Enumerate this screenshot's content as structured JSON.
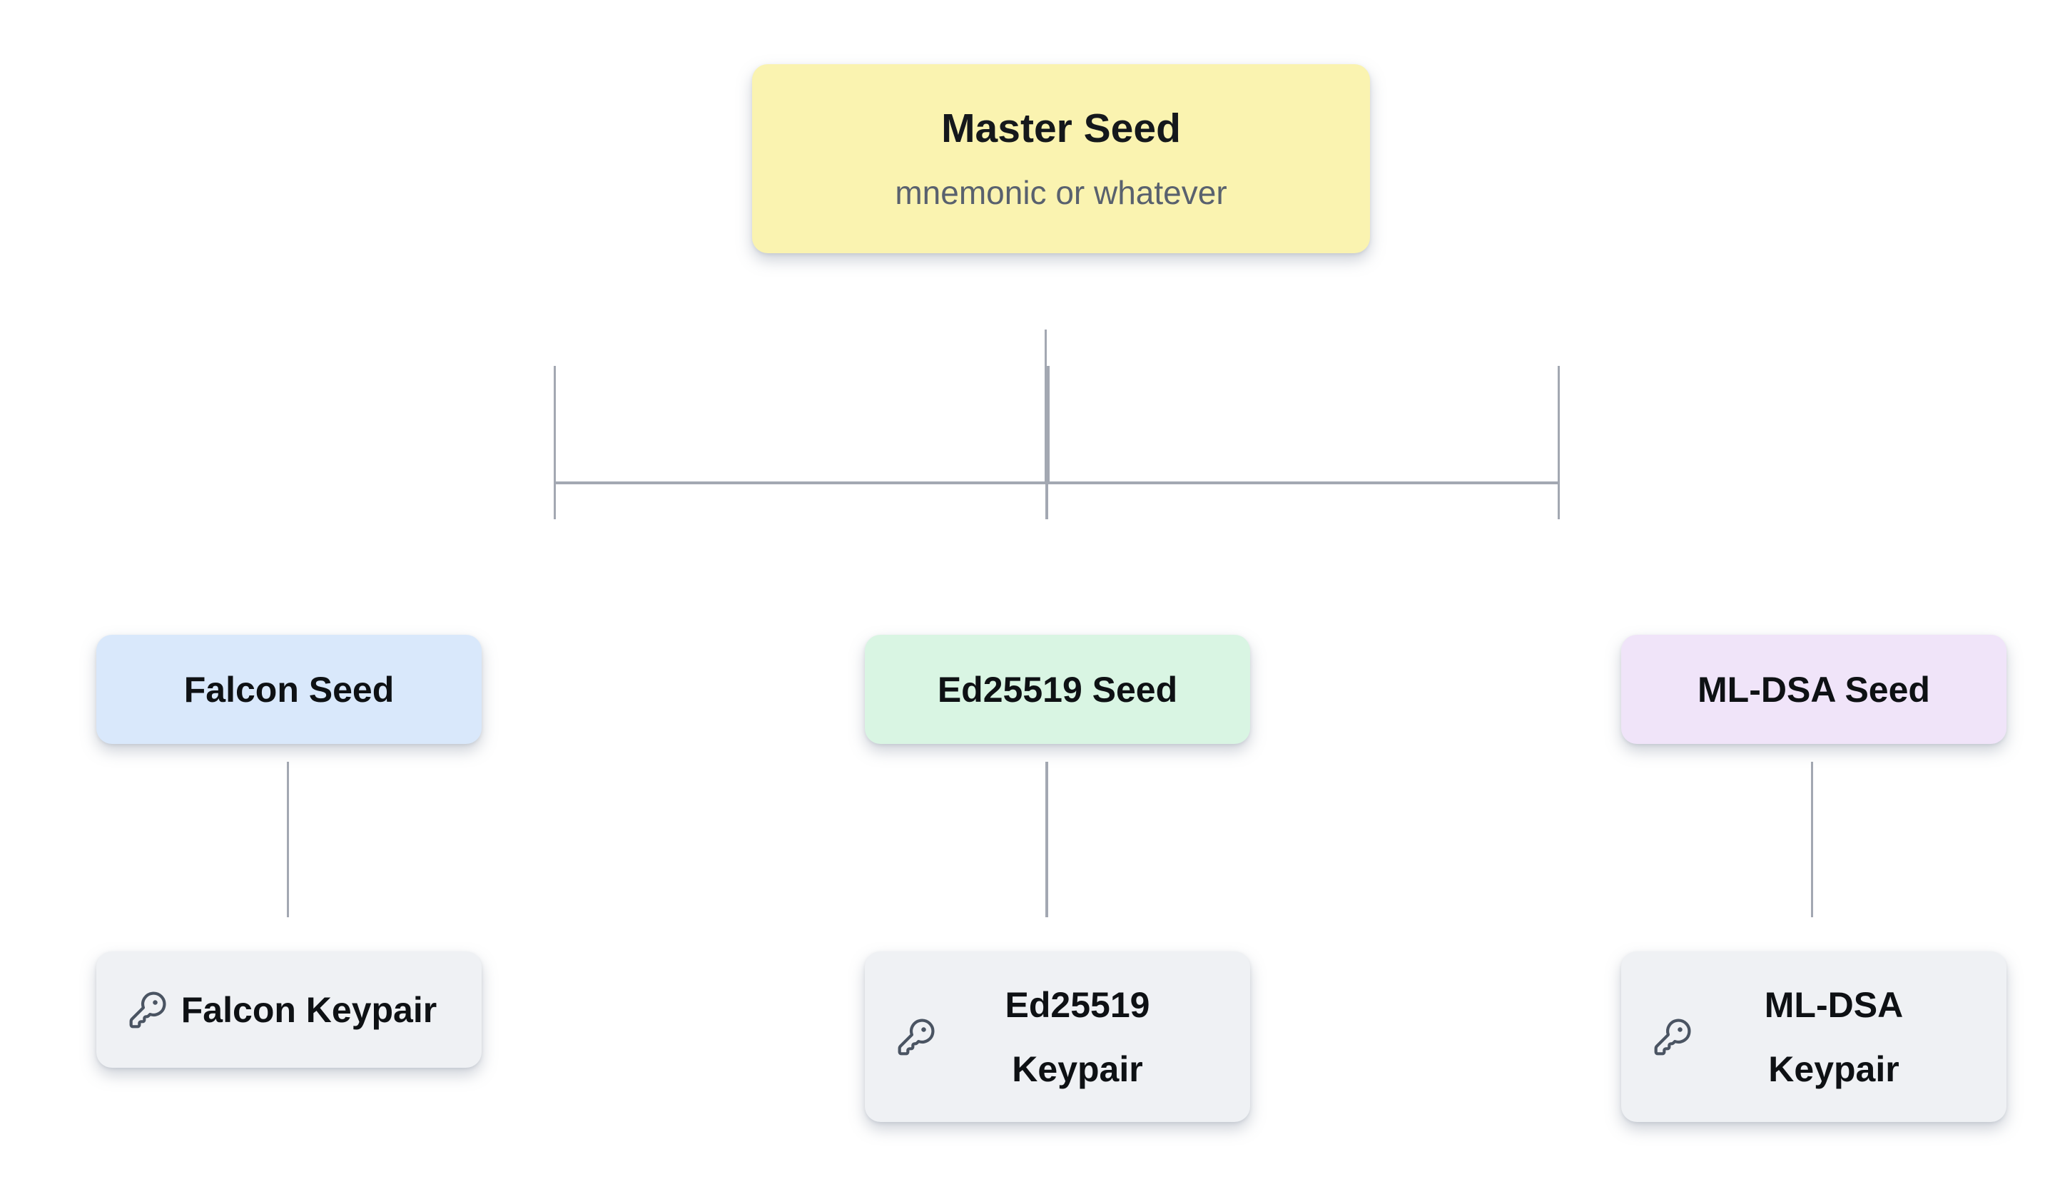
{
  "page": {
    "background": "#ffffff"
  },
  "nodes": {
    "master": {
      "title": "Master Seed",
      "subtitle": "mnemonic or whatever",
      "fill": "#faf3b0"
    },
    "falcon_seed": {
      "label": "Falcon Seed",
      "fill": "#d9e8fb"
    },
    "ed25519_seed": {
      "label": "Ed25519 Seed",
      "fill": "#d9f5e3"
    },
    "mldsa_seed": {
      "label": "ML-DSA Seed",
      "fill": "#f0e4f9"
    },
    "falcon_keypair": {
      "label": "Falcon Keypair",
      "icon": "key-icon",
      "fill": "#eff1f4"
    },
    "ed25519_keypair": {
      "label": "Ed25519\nKeypair",
      "icon": "key-icon",
      "fill": "#eff1f4"
    },
    "mldsa_keypair": {
      "label": "ML-DSA\nKeypair",
      "icon": "key-icon",
      "fill": "#eff1f4"
    }
  },
  "connectors": {
    "color": "#a3a8b2"
  },
  "palette": {
    "label_text": "#0e1114",
    "title_text": "#15181c",
    "subtitle_text": "#59616e",
    "key_icon": "#4a5462"
  }
}
